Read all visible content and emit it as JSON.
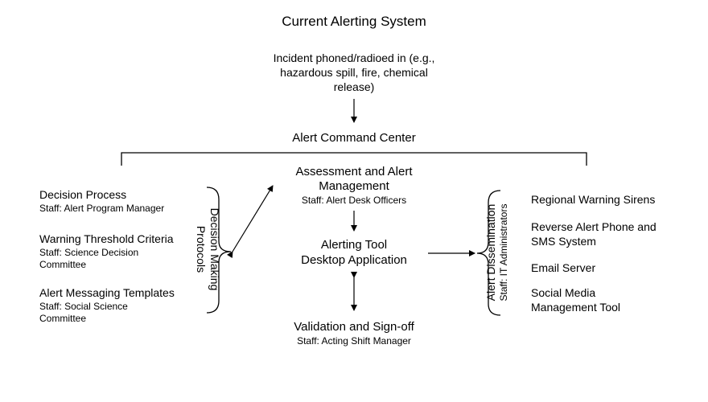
{
  "title": "Current Alerting System",
  "incident": {
    "line1": "Incident phoned/radioed in (e.g.,",
    "line2": "hazardous spill, fire, chemical",
    "line3": "release)"
  },
  "command_center": "Alert Command Center",
  "assessment": {
    "line1": "Assessment and Alert",
    "line2": "Management",
    "staff": "Staff: Alert Desk Officers"
  },
  "tool": {
    "line1": "Alerting Tool",
    "line2": "Desktop Application"
  },
  "validation": {
    "title": "Validation and Sign-off",
    "staff": "Staff: Acting Shift Manager"
  },
  "decision_protocols": {
    "label_line1": "Decision Making",
    "label_line2": "Protocols",
    "items": [
      {
        "title": "Decision Process",
        "staff_line1": "Staff: Alert Program Manager",
        "staff_line2": ""
      },
      {
        "title": "Warning Threshold Criteria",
        "staff_line1": "Staff: Science Decision",
        "staff_line2": "Committee"
      },
      {
        "title": "Alert Messaging Templates",
        "staff_line1": "Staff: Social Science",
        "staff_line2": "Committee"
      }
    ]
  },
  "dissemination": {
    "label_line1": "Alert Dissemination",
    "label_line2": "Staff: IT Administrators",
    "items": [
      {
        "line1": "Regional Warning Sirens",
        "line2": ""
      },
      {
        "line1": "Reverse Alert Phone and",
        "line2": "SMS System"
      },
      {
        "line1": "Email Server",
        "line2": ""
      },
      {
        "line1": "Social Media",
        "line2": "Management Tool"
      }
    ]
  }
}
